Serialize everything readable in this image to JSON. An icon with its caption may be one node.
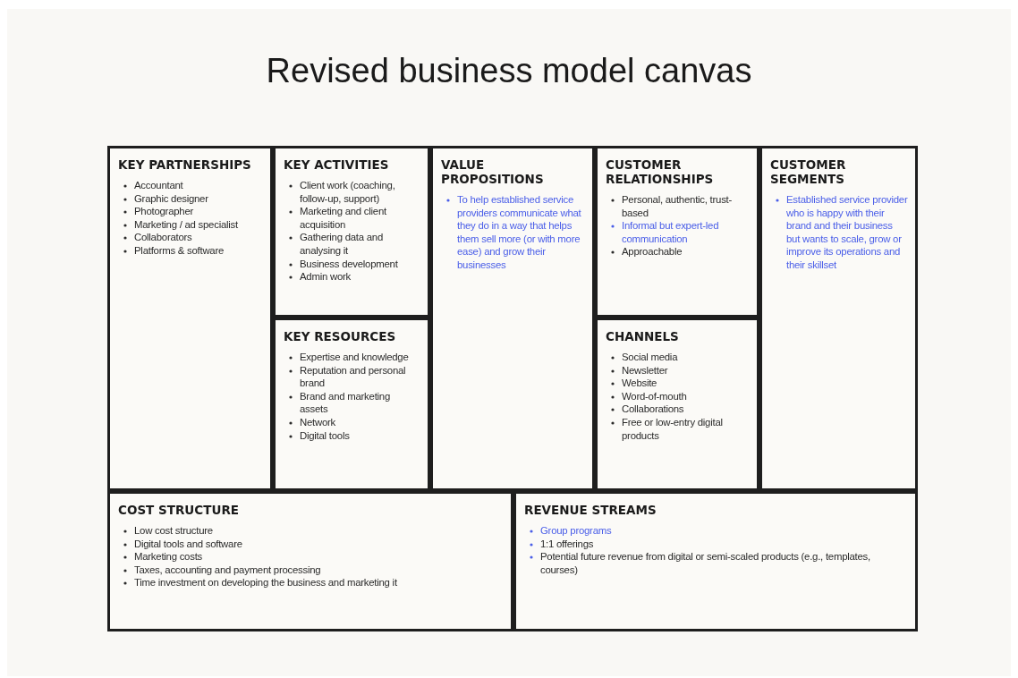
{
  "diagram": {
    "title": "Revised business model canvas",
    "nodes": [
      {
        "text": [
          "KEY PARTNERSHIPS",
          "Accountant",
          "Graphic designer",
          "Photographer",
          "Marketing / ad specialist",
          "Collaborators",
          "Platforms & software"
        ]
      },
      {
        "text": [
          "KEY ACTIVITIES",
          "Client work (coaching, follow-up, support)",
          "Marketing and client acquisition",
          "Gathering data and analysing it",
          "Business development",
          "Admin work"
        ]
      },
      {
        "text": [
          "KEY RESOURCES",
          "Expertise and knowledge",
          "Reputation and personal brand",
          "Brand and marketing assets",
          "Network",
          "Digital tools"
        ]
      },
      {
        "text": [
          "VALUE PROPOSITIONS",
          "To help established service providers communicate what they do in a way that helps them sell more (or with more ease) and grow their businesses"
        ]
      },
      {
        "text": [
          "CUSTOMER RELATIONSHIPS",
          "Personal, authentic, trust-based",
          "Informal but expert-led communication",
          "Approachable"
        ]
      },
      {
        "text": [
          "CHANNELS",
          "Social media",
          "Newsletter",
          "Website",
          "Word-of-mouth",
          "Collaborations",
          "Free or low-entry digital products"
        ]
      },
      {
        "text": [
          "CUSTOMER SEGMENTS",
          "Established service provider who is happy with their brand and their business but wants to scale, grow or improve its operations and their skillset"
        ]
      },
      {
        "text": [
          "COST STRUCTURE",
          "Low cost structure",
          "Digital tools and software",
          "Marketing costs",
          "Taxes, accounting and payment processing",
          "Time investment on developing the business and marketing it"
        ]
      },
      {
        "text": [
          "REVENUE STREAMS",
          "Group programs",
          "1:1 offerings",
          "Potential future revenue from digital or semi-scaled products (e.g., templates, courses)"
        ]
      }
    ]
  }
}
